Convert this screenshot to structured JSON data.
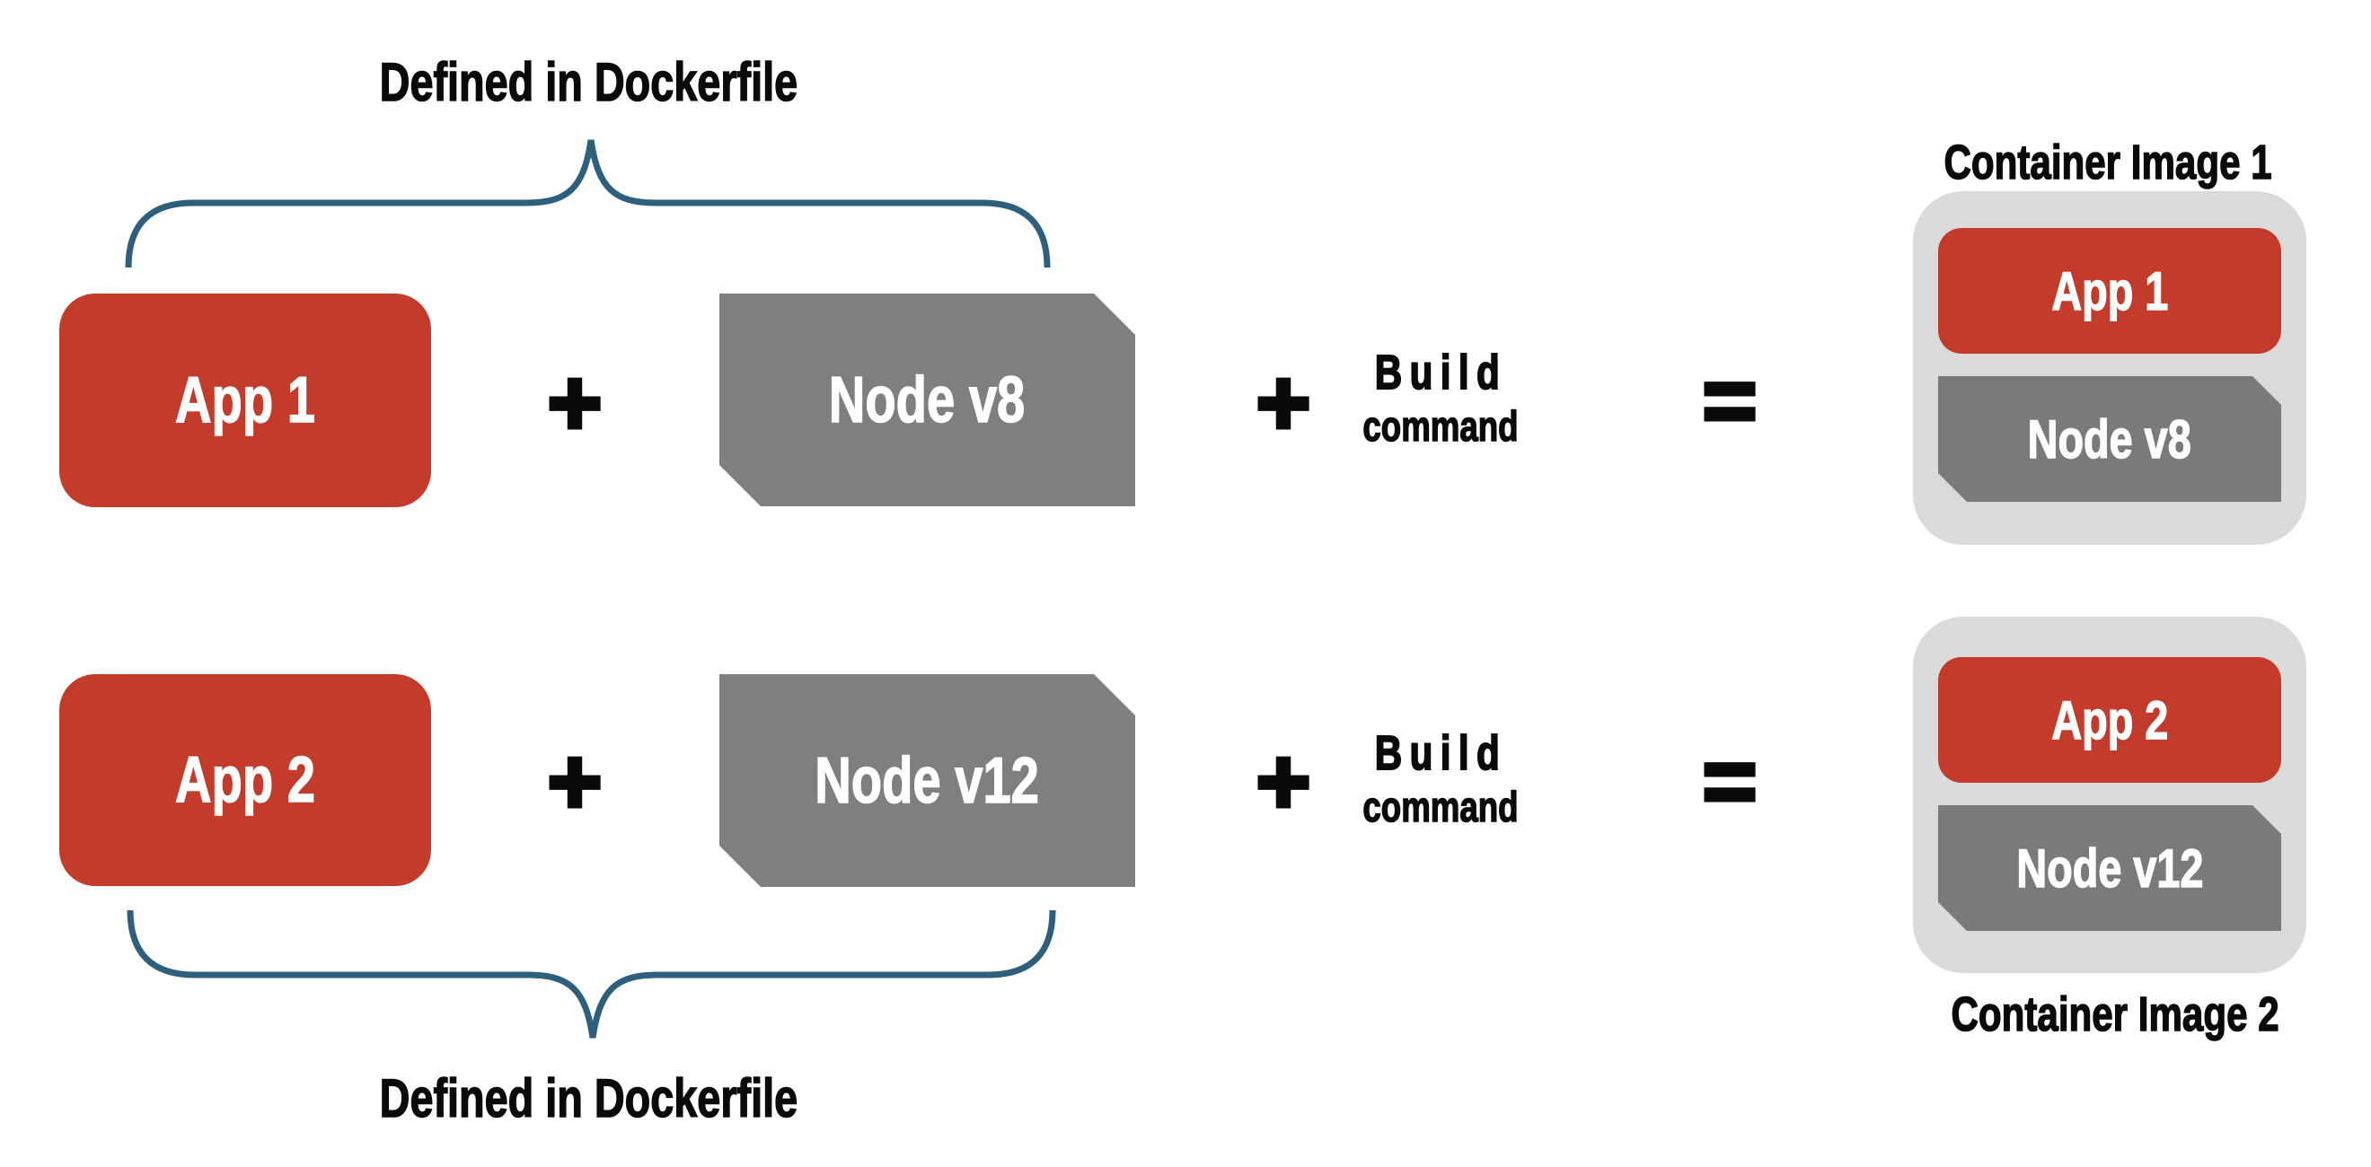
{
  "colors": {
    "app-red": "#C23B2B",
    "base-gray": "#7F7F7F",
    "base-gray-dark": "#7A7A7A",
    "container-gray": "#DBDBDB",
    "brace-blue": "#2E5F7D",
    "text-black": "#0A0A0A",
    "label-white": "#FFFFFF"
  },
  "top_group": {
    "brace_label": "Defined in Dockerfile",
    "app": "App 1",
    "base": "Node v8",
    "plus": "+",
    "build": {
      "line1": "Build",
      "line2": "command"
    },
    "equals": "=",
    "result": {
      "title": "Container Image 1",
      "app": "App 1",
      "base": "Node v8"
    }
  },
  "bottom_group": {
    "brace_label": "Defined in Dockerfile",
    "app": "App 2",
    "base": "Node v12",
    "plus": "+",
    "build": {
      "line1": "Build",
      "line2": "command"
    },
    "equals": "=",
    "result": {
      "title": "Container Image 2",
      "app": "App 2",
      "base": "Node v12"
    }
  }
}
